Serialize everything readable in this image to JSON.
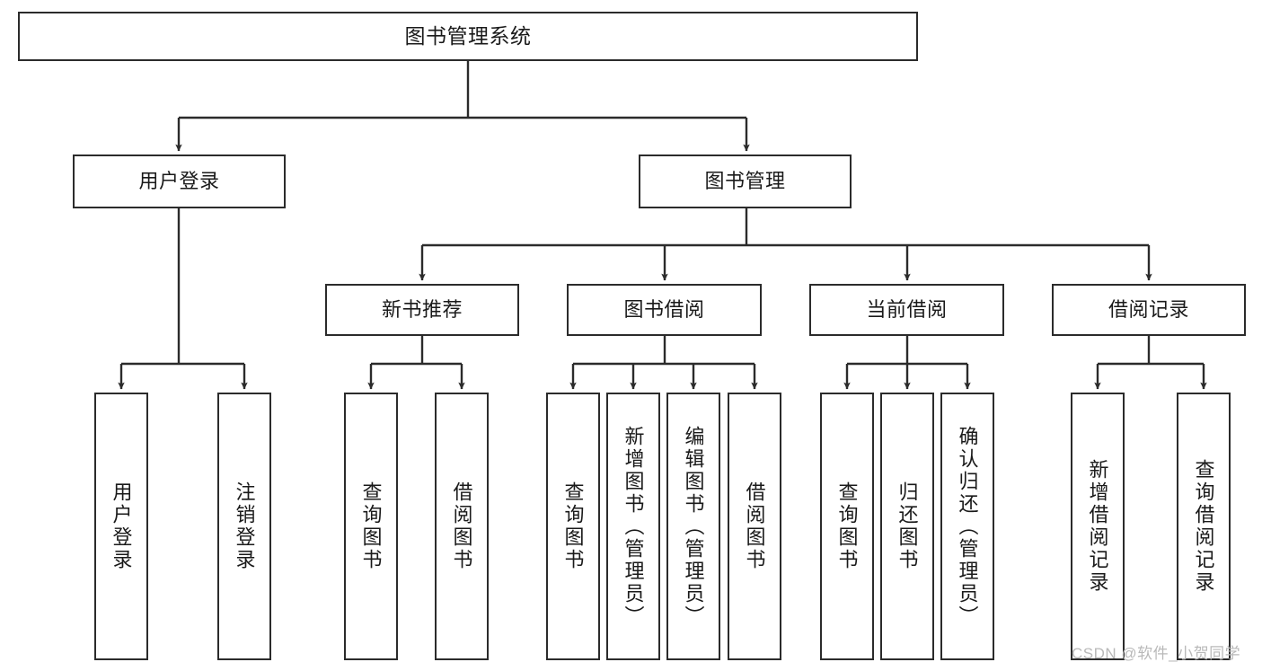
{
  "diagram": {
    "title": "图书管理系统",
    "type": "tree-hierarchy-diagram",
    "nodes": {
      "root": {
        "label": "图书管理系统"
      },
      "level2": [
        {
          "id": "user-login",
          "label": "用户登录"
        },
        {
          "id": "book-management",
          "label": "图书管理"
        }
      ],
      "level3": [
        {
          "id": "new-book-recommend",
          "label": "新书推荐"
        },
        {
          "id": "book-borrow",
          "label": "图书借阅"
        },
        {
          "id": "current-borrow",
          "label": "当前借阅"
        },
        {
          "id": "borrow-record",
          "label": "借阅记录"
        }
      ],
      "leaves": {
        "user_login": [
          {
            "id": "leaf-user-login",
            "label": "用户登录"
          },
          {
            "id": "leaf-logout-login",
            "label": "注销登录"
          }
        ],
        "new_book_recommend": [
          {
            "id": "leaf-query-book-1",
            "label": "查询图书"
          },
          {
            "id": "leaf-borrow-book-1",
            "label": "借阅图书"
          }
        ],
        "book_borrow": [
          {
            "id": "leaf-query-book-2",
            "label": "查询图书"
          },
          {
            "id": "leaf-add-book",
            "label": "新增图书（管理员）"
          },
          {
            "id": "leaf-edit-book",
            "label": "编辑图书（管理员）"
          },
          {
            "id": "leaf-borrow-book-2",
            "label": "借阅图书"
          }
        ],
        "current_borrow": [
          {
            "id": "leaf-query-book-3",
            "label": "查询图书"
          },
          {
            "id": "leaf-return-book",
            "label": "归还图书"
          },
          {
            "id": "leaf-confirm-return",
            "label": "确认归还（管理员）"
          }
        ],
        "borrow_record": [
          {
            "id": "leaf-add-record",
            "label": "新增借阅记录"
          },
          {
            "id": "leaf-query-record",
            "label": "查询借阅记录"
          }
        ]
      }
    },
    "colors": {
      "border": "#2b2b2b",
      "text": "#1a1a1a",
      "background": "#ffffff",
      "edge": "#2b2b2b",
      "watermark": "#b9b9b9"
    }
  },
  "watermark": {
    "text": "CSDN @软件_小贺同学"
  }
}
